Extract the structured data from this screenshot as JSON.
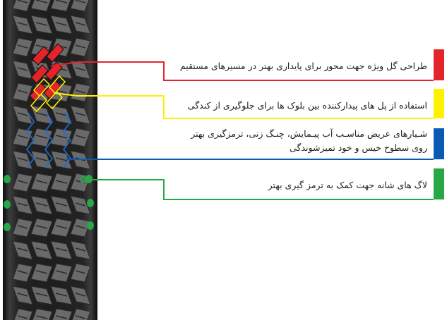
{
  "callouts": [
    {
      "lines": [
        "طراحی گل ویژه جهت محور برای پایداری بهتر در مسیرهای مستقیم"
      ],
      "color": "#e3242b"
    },
    {
      "lines": [
        "استفاده از پل های پیدارکننده بین بلوک ها برای جلوگیری از کندگی"
      ],
      "color": "#fff200"
    },
    {
      "lines": [
        "شـیارهای عریض مناسـب آب پیـمایش، چنـگ زنی، ترمزگیری بهتر",
        "روی سطوح خیس و خود تمیزشوندگی"
      ],
      "color": "#0a5ab4"
    },
    {
      "lines": [
        "لاگ های شانه جهت کمک به ترمز گیری بهتر"
      ],
      "color": "#27a844"
    }
  ]
}
